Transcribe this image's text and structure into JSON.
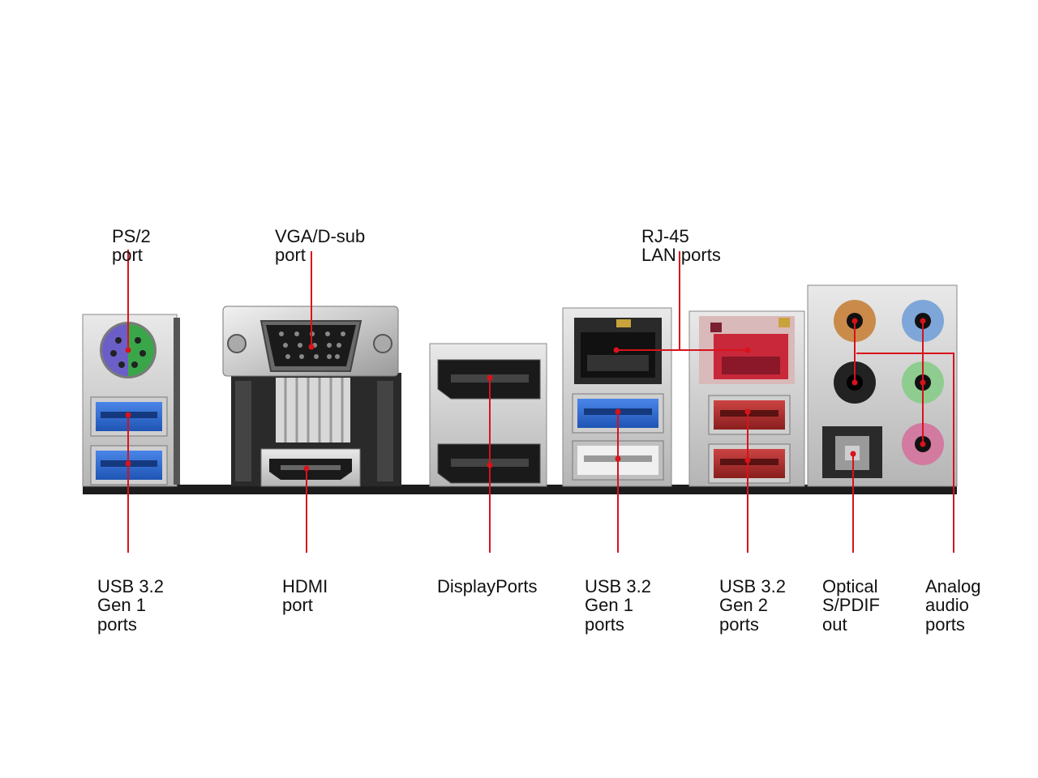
{
  "labels": {
    "ps2": [
      "PS/2",
      "port"
    ],
    "vga": [
      "VGA/D-sub",
      "port"
    ],
    "rj45": [
      "RJ-45",
      "LAN ports"
    ],
    "usb_gen1_left": [
      "USB 3.2",
      "Gen 1",
      "ports"
    ],
    "hdmi": [
      "HDMI",
      "port"
    ],
    "displayports": [
      "DisplayPorts"
    ],
    "usb_gen1_mid": [
      "USB 3.2",
      "Gen 1",
      "ports"
    ],
    "usb_gen2": [
      "USB 3.2",
      "Gen 2",
      "ports"
    ],
    "optical": [
      "Optical",
      "S/PDIF",
      "out"
    ],
    "analog": [
      "Analog",
      "audio",
      "ports"
    ]
  },
  "colors": {
    "callout": "#d9121b",
    "usb_gen1": "#2f6fd6",
    "usb_gen2": "#b02a2a",
    "lan_red": "#c8283a",
    "ps2_purple": "#6b5fc7",
    "ps2_green": "#3aa64a",
    "audio_orange": "#c98a4a",
    "audio_blue": "#7fa6d8",
    "audio_green": "#8fcc90",
    "audio_pink": "#d27aa0",
    "audio_black": "#222222",
    "pcb": "#1a1a1a"
  }
}
